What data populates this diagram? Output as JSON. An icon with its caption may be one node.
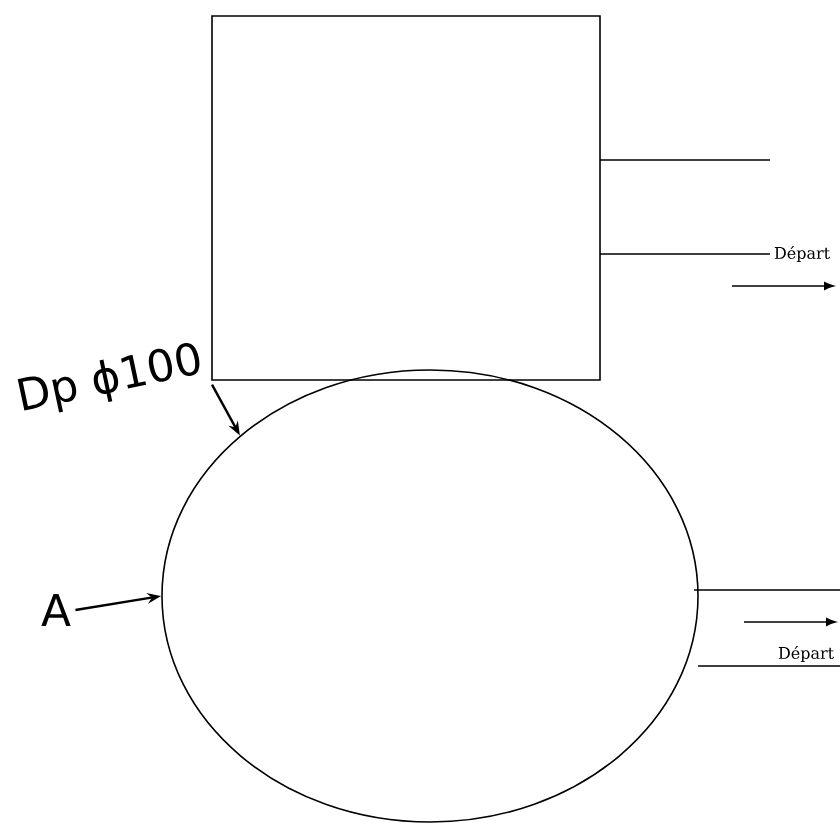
{
  "diagram": {
    "nodes": [
      {
        "text": [],
        "shape": "box"
      },
      {
        "text": [],
        "shape": "circle"
      },
      {
        "text": [
          "Dp ϕ100"
        ]
      },
      {
        "text": [
          "A"
        ]
      }
    ],
    "edges": [
      {
        "from": 2,
        "to": 1,
        "arrow": "to"
      },
      {
        "from": 3,
        "to": 1,
        "arrow": "to"
      }
    ],
    "labels": [
      "Départ",
      "Départ"
    ]
  }
}
